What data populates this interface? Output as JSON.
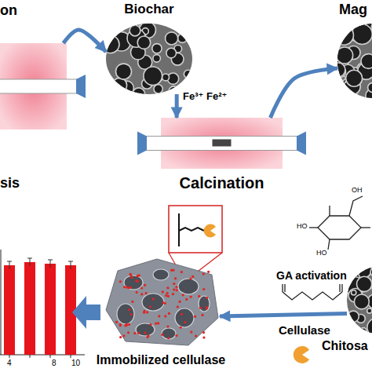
{
  "diagram": {
    "nodes": [
      {
        "text": [
          "on",
          "sis"
        ]
      },
      {
        "text": [
          "Biochar"
        ]
      },
      {
        "text": [
          "Calcination"
        ]
      },
      {
        "text": [
          "Mag"
        ]
      },
      {
        "text": [
          "Immobilized cellulase"
        ]
      },
      {
        "text": [
          "Chitosa"
        ]
      }
    ],
    "edges": [
      {
        "from": 0,
        "to": 1,
        "arrow": "to"
      },
      {
        "from": 1,
        "to": 2,
        "label": "Fe³⁺ Fe²⁺",
        "arrow": "to"
      },
      {
        "from": 2,
        "to": 3,
        "arrow": "to"
      },
      {
        "from": 5,
        "to": 4,
        "label": "GA activation",
        "arrow": "to"
      }
    ],
    "labels": [
      "Cellulase",
      "HO",
      "HO",
      "OH",
      "4",
      "8",
      "10"
    ]
  }
}
